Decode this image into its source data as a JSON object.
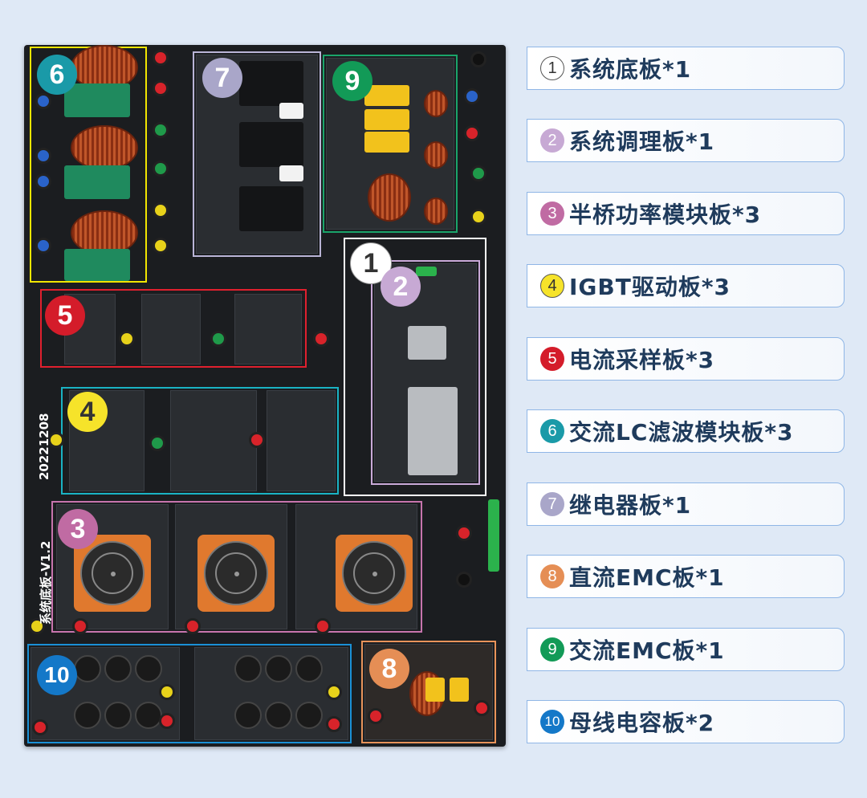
{
  "legend": [
    {
      "num": "1",
      "label": "系统底板*1",
      "color": "#ffffff",
      "text_color": "#333333"
    },
    {
      "num": "2",
      "label": "系统调理板*1",
      "color": "#c7a9d4",
      "text_color": "#ffffff"
    },
    {
      "num": "3",
      "label": "半桥功率模块板*3",
      "color": "#c06ba3",
      "text_color": "#ffffff"
    },
    {
      "num": "4",
      "label": "IGBT驱动板*3",
      "color": "#f6e32a",
      "text_color": "#333333"
    },
    {
      "num": "5",
      "label": "电流采样板*3",
      "color": "#d41c2a",
      "text_color": "#ffffff"
    },
    {
      "num": "6",
      "label": "交流LC滤波模块板*3",
      "color": "#1a9aa8",
      "text_color": "#ffffff"
    },
    {
      "num": "7",
      "label": "继电器板*1",
      "color": "#a9a6c9",
      "text_color": "#ffffff"
    },
    {
      "num": "8",
      "label": "直流EMC板*1",
      "color": "#e58e55",
      "text_color": "#ffffff"
    },
    {
      "num": "9",
      "label": "交流EMC板*1",
      "color": "#129a57",
      "text_color": "#ffffff"
    },
    {
      "num": "10",
      "label": "母线电容板*2",
      "color": "#1478c8",
      "text_color": "#ffffff"
    }
  ],
  "board": {
    "vertical_text": "系统底板-V1.2",
    "date_text": "20221208",
    "badges": [
      {
        "num": "6",
        "color": "#1a9aa8"
      },
      {
        "num": "7",
        "color": "#a9a6c9"
      },
      {
        "num": "9",
        "color": "#129a57"
      },
      {
        "num": "1",
        "color": "#ffffff"
      },
      {
        "num": "2",
        "color": "#c7a9d4"
      },
      {
        "num": "5",
        "color": "#d41c2a"
      },
      {
        "num": "4",
        "color": "#f6e32a"
      },
      {
        "num": "3",
        "color": "#c06ba3"
      },
      {
        "num": "8",
        "color": "#e58e55"
      },
      {
        "num": "10",
        "color": "#1478c8"
      }
    ],
    "zone_colors": {
      "lc_filter": "#f2e600",
      "relay": "#b9b4d6",
      "ac_emc": "#1aa46a",
      "base": "#ffffff",
      "conditioning": "#c9a9d8",
      "current_sampling": "#e0202e",
      "igbt_driver": "#1ab3c4",
      "power_module": "#c774ad",
      "dc_emc": "#e8935a",
      "bus_capacitor": "#1a90d6"
    }
  }
}
